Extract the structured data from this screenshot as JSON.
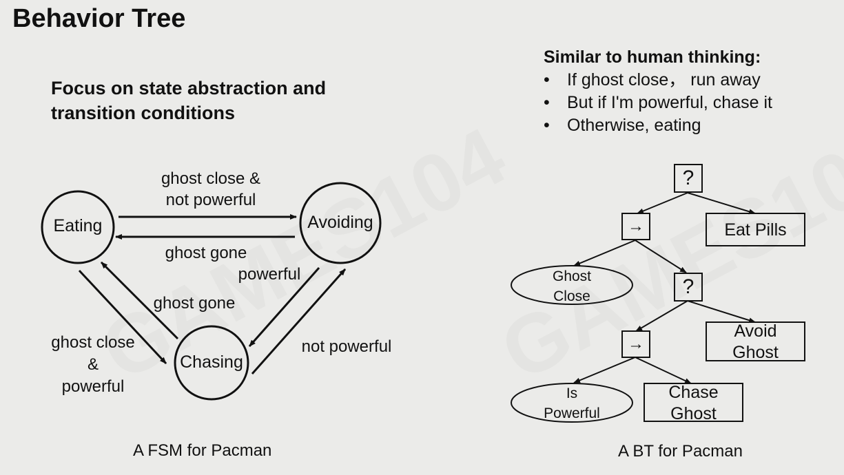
{
  "title": "Behavior Tree",
  "subtitle": {
    "line1": "Focus on state abstraction and",
    "line2": "transition conditions"
  },
  "intro": {
    "heading": "Similar to human thinking:",
    "bullet_char": "•",
    "bullets": [
      "If ghost close， run away",
      "But if I'm powerful, chase it",
      "Otherwise, eating"
    ]
  },
  "watermark": "GAMES104",
  "fsm": {
    "caption": "A FSM for Pacman",
    "states": {
      "eating": "Eating",
      "avoiding": "Avoiding",
      "chasing": "Chasing"
    },
    "transitions": {
      "eating_to_avoiding": [
        "ghost close &",
        "not powerful"
      ],
      "avoiding_to_eating": "ghost gone",
      "avoiding_to_chasing": "powerful",
      "chasing_to_eating": "ghost gone",
      "eating_to_chasing": [
        "ghost close",
        "&",
        "powerful"
      ],
      "chasing_to_avoiding": "not powerful"
    }
  },
  "bt": {
    "caption": "A BT for Pacman",
    "root_selector": "?",
    "sequence1": "→",
    "eat_pills": "Eat Pills",
    "ghost_close": [
      "Ghost",
      "Close"
    ],
    "selector2": "?",
    "sequence2": "→",
    "avoid_ghost": [
      "Avoid",
      "Ghost"
    ],
    "is_powerful": [
      "Is",
      "Powerful"
    ],
    "chase_ghost": [
      "Chase",
      "Ghost"
    ]
  }
}
